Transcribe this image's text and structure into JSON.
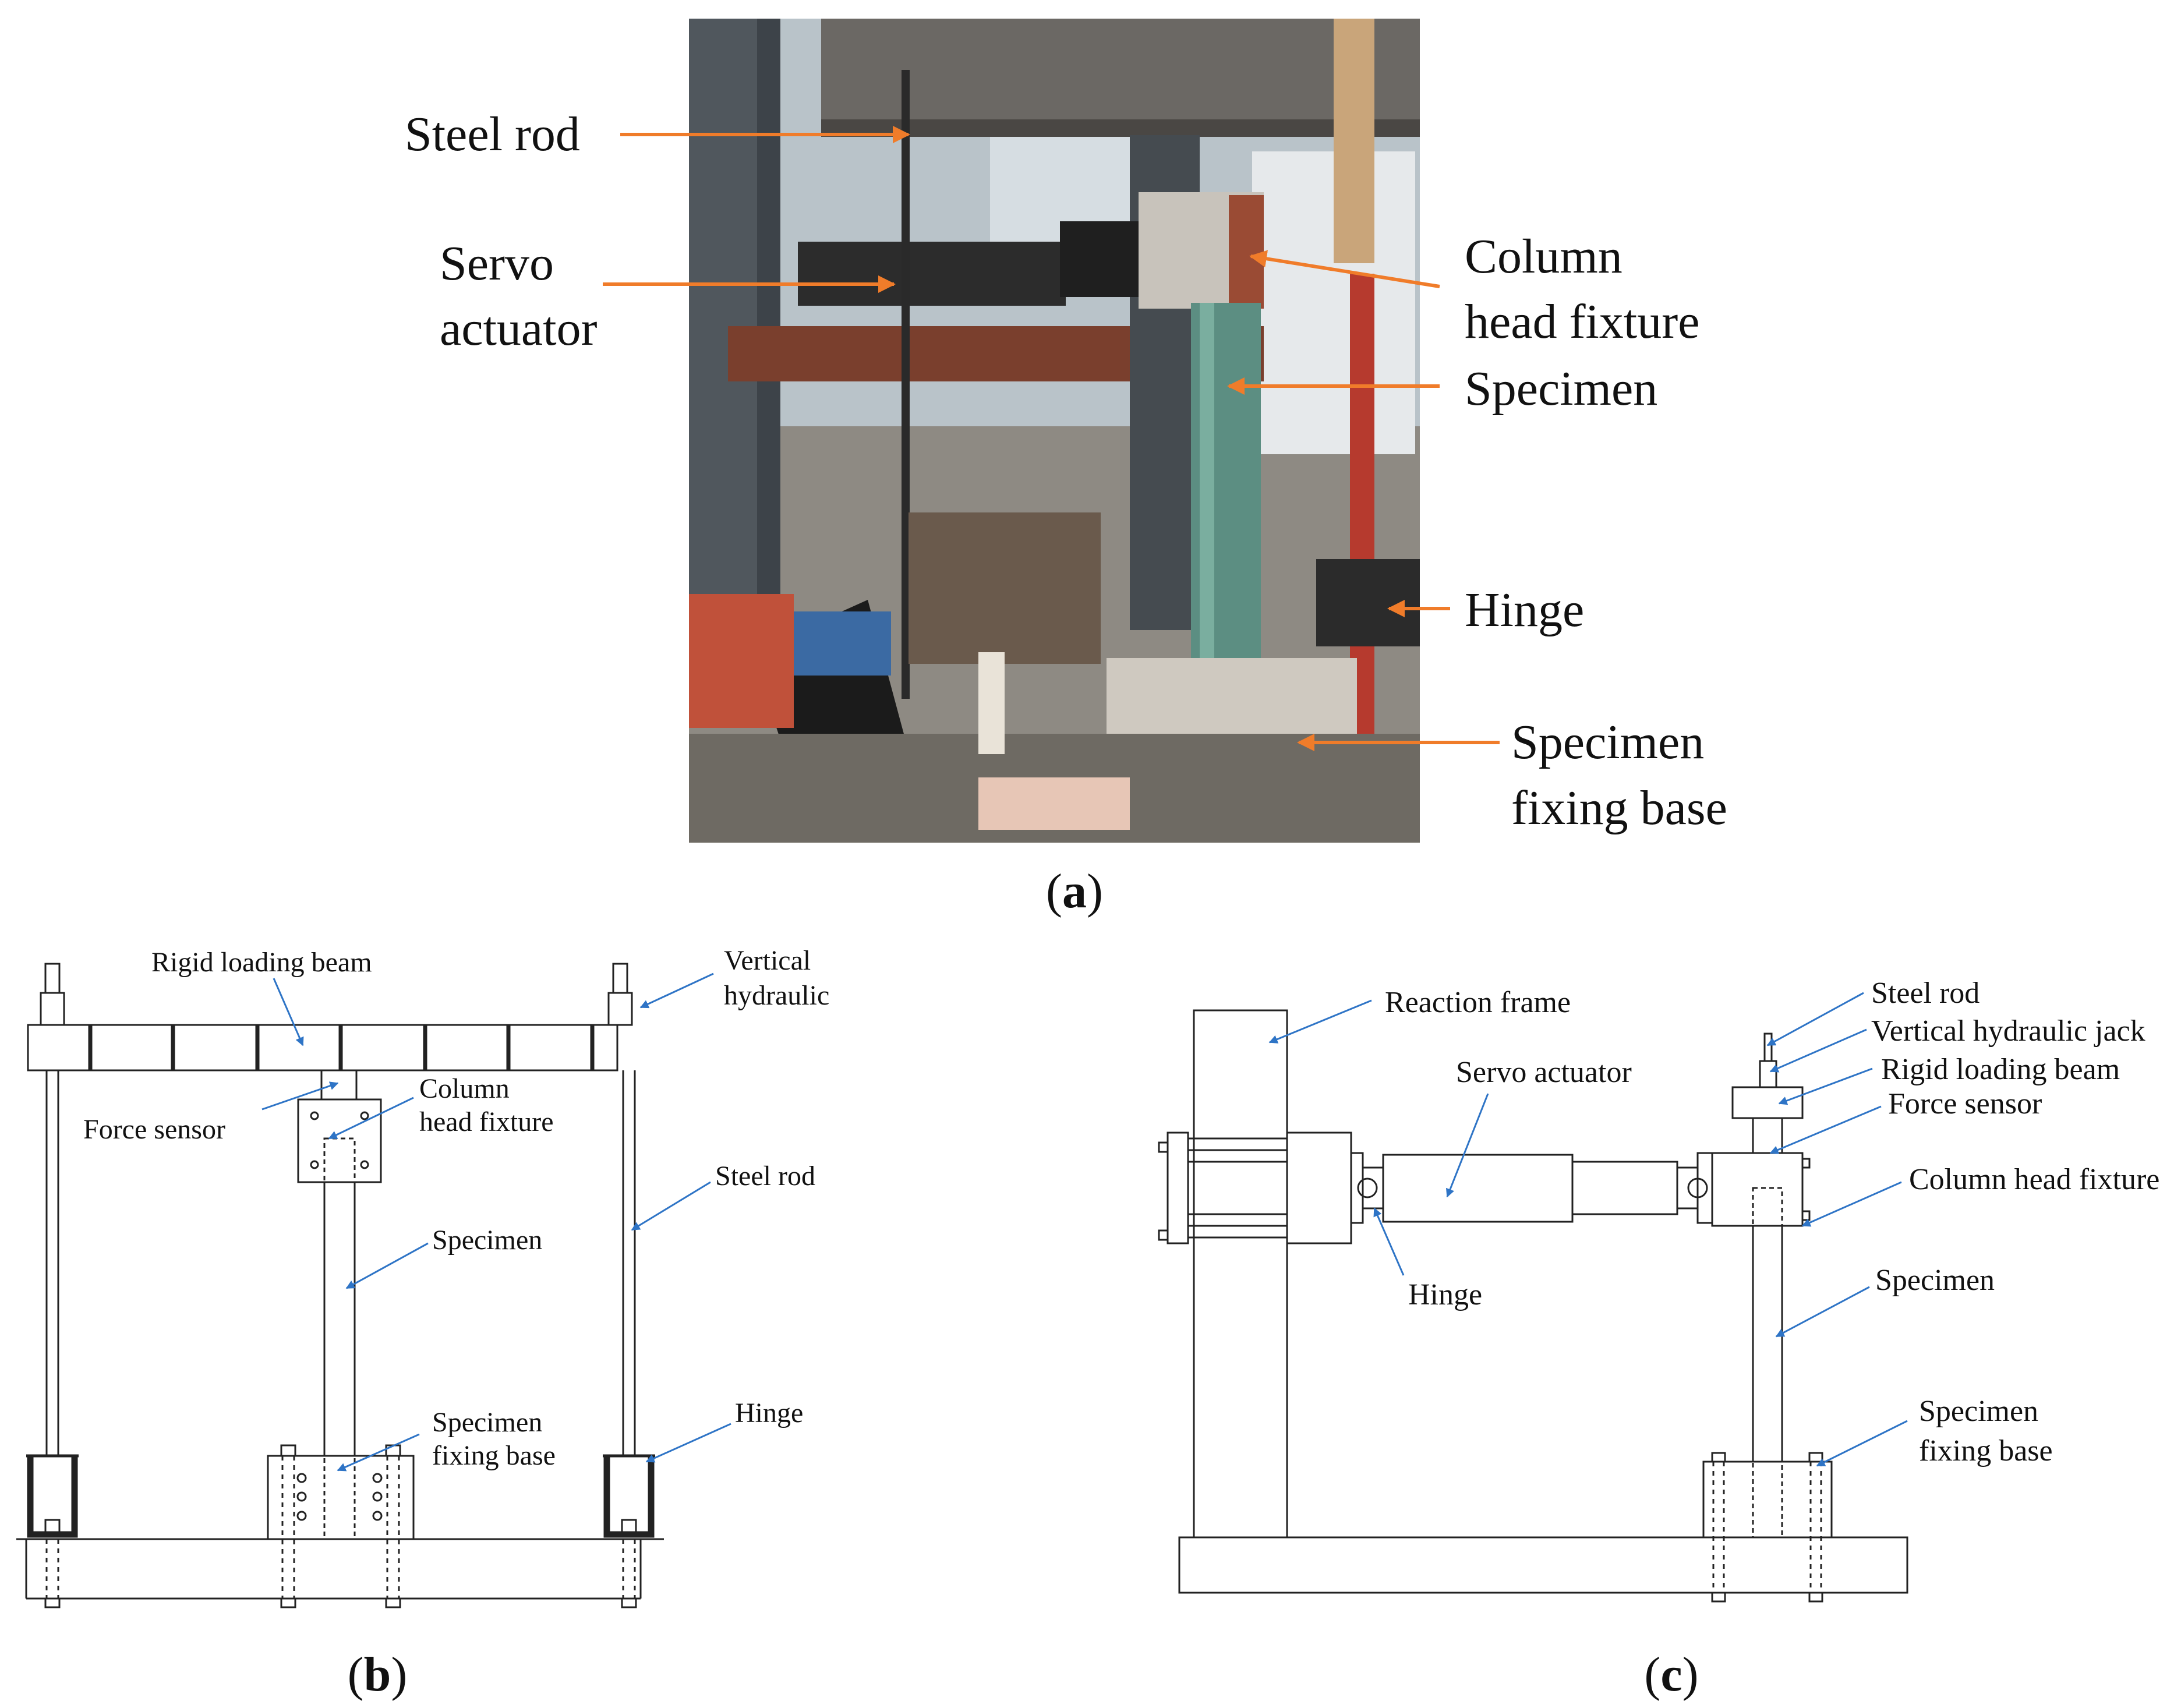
{
  "panel_a": {
    "caption": "a",
    "labels": {
      "steel_rod": "Steel rod",
      "servo_actuator": [
        "Servo",
        "actuator"
      ],
      "column_head_fixture": [
        "Column",
        "head fixture"
      ],
      "specimen": "Specimen",
      "hinge": "Hinge",
      "specimen_fixing_base": [
        "Specimen",
        "fixing base"
      ]
    }
  },
  "panel_b": {
    "caption": "b",
    "labels": {
      "rigid_loading_beam": "Rigid loading beam",
      "vertical_hydraulic": [
        "Vertical",
        "hydraulic"
      ],
      "force_sensor": "Force sensor",
      "column_head_fixture": [
        "Column",
        "head fixture"
      ],
      "steel_rod": "Steel rod",
      "specimen": "Specimen",
      "specimen_fixing_base": [
        "Specimen",
        "fixing base"
      ],
      "hinge": "Hinge"
    }
  },
  "panel_c": {
    "caption": "c",
    "labels": {
      "reaction_frame": "Reaction frame",
      "servo_actuator": "Servo actuator",
      "steel_rod": "Steel rod",
      "vertical_hydraulic_jack": "Vertical hydraulic jack",
      "rigid_loading_beam": "Rigid loading beam",
      "force_sensor": "Force sensor",
      "column_head_fixture": "Column head fixture",
      "hinge": "Hinge",
      "specimen": "Specimen",
      "specimen_fixing_base": [
        "Specimen",
        "fixing base"
      ]
    }
  },
  "colors": {
    "leader_orange": "#f07c2a",
    "leader_blue": "#2e74c6",
    "line": "#222222"
  }
}
